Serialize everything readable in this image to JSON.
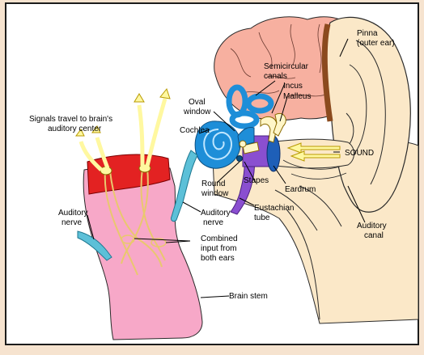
{
  "labels": {
    "pinna_line1": "Pinna",
    "pinna_line2": "(outer ear)",
    "semicircular_line1": "Semicircular",
    "semicircular_line2": "canals",
    "incus": "Incus",
    "malleus": "Malleus",
    "oval_line1": "Oval",
    "oval_line2": "window",
    "signals_line1": "Signals travel to brain's",
    "signals_line2": "auditory center",
    "cochlea": "Cochlea",
    "sound": "SOUND",
    "stapes": "Stapes",
    "eardrum": "Eardrum",
    "round_line1": "Round",
    "round_line2": "window",
    "eustachian_line1": "Eustachian",
    "eustachian_line2": "tube",
    "auditory_nerve_left_line1": "Auditory",
    "auditory_nerve_left_line2": "nerve",
    "auditory_nerve_right_line1": "Auditory",
    "auditory_nerve_right_line2": "nerve",
    "combined_line1": "Combined",
    "combined_line2": "input from",
    "combined_line3": "both ears",
    "canal_line1": "Auditory",
    "canal_line2": "canal",
    "brain_stem": "Brain stem"
  },
  "colors": {
    "background": "#f6e3cf",
    "panel": "#ffffff",
    "border": "#1c1c1c",
    "skin": "#fbe8c8",
    "brain": "#f7b0a0",
    "brain_stem": "#f7a8c8",
    "nerve_red": "#e32222",
    "cochlea_blue": "#1e8ed8",
    "nerve_cyan": "#5cc0d8",
    "eustachian_purple": "#8a4fd0",
    "signal_yellow": "#fff8a0",
    "hair_brown": "#8b4a1e"
  }
}
